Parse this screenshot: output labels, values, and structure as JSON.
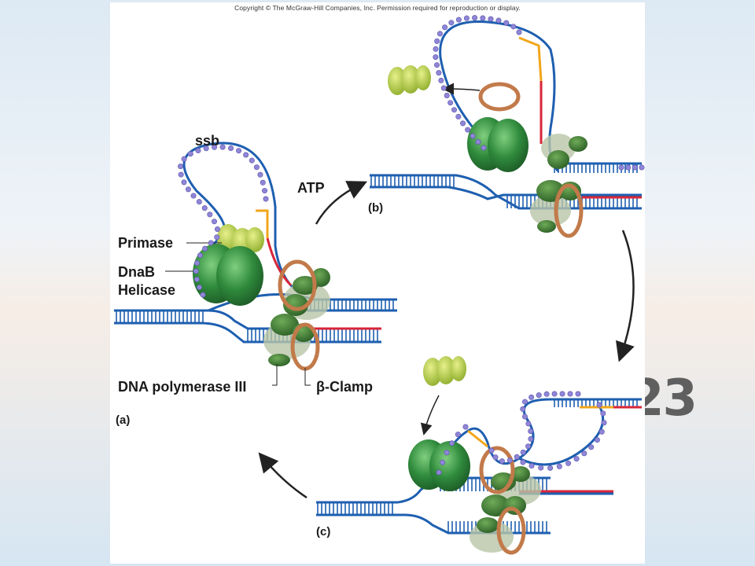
{
  "copyright": "Copyright © The McGraw-Hill Companies, Inc. Permission required for reproduction or display.",
  "labels": {
    "ssb": "ssb",
    "primase": "Primase",
    "dnab_line1": "DnaB",
    "dnab_line2": "Helicase",
    "dna_polymerase": "DNA polymerase III",
    "beta_clamp": "β-Clamp",
    "atp": "ATP",
    "panel_a": "(a)",
    "panel_b": "(b)",
    "panel_c": "(c)"
  },
  "slide_number": "23",
  "colors": {
    "dna_strand": "#1e5fb0",
    "ssb_bead": "#8f86d8",
    "rna_primer": "#f2a61b",
    "new_strand": "#d8263a",
    "helicase": "#2f8a3c",
    "primase": "#b6cf45",
    "polymerase": "#3c7a35",
    "clamp": "#c27a4a"
  }
}
